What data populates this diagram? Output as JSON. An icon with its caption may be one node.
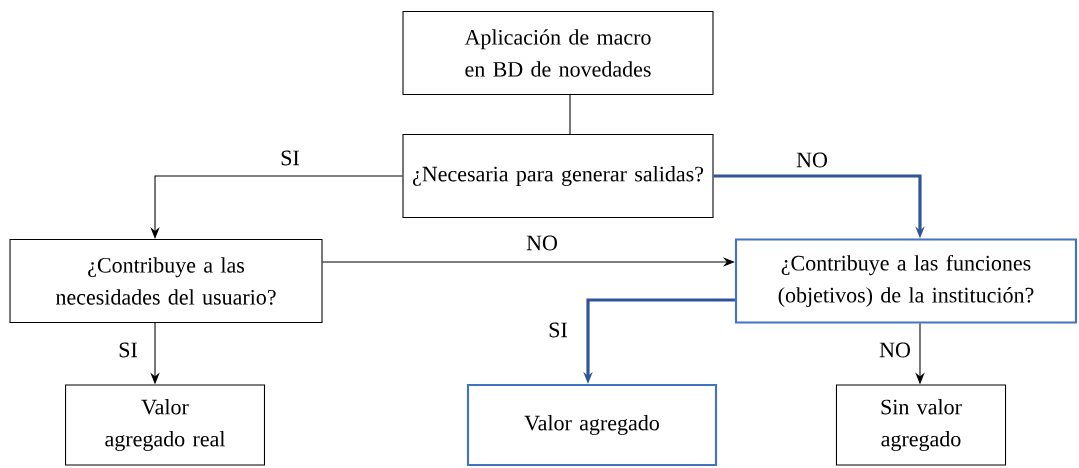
{
  "diagram": {
    "nodes": [
      {
        "text": [
          "Aplicación de macro en BD de novedades"
        ]
      },
      {
        "text": [
          "¿Necesaria para generar salidas?"
        ]
      },
      {
        "text": [
          "¿Contribuye a las necesidades del usuario?"
        ]
      },
      {
        "text": [
          "¿Contribuye a las funciones (objetivos) de la institución?"
        ]
      },
      {
        "text": [
          "Valor agregado real"
        ]
      },
      {
        "text": [
          "Valor agregado"
        ]
      },
      {
        "text": [
          "Sin valor agregado"
        ]
      }
    ],
    "edges": [
      {
        "from": 0,
        "to": 1,
        "arrow": "none"
      },
      {
        "from": 1,
        "to": 2,
        "arrow": "to",
        "label": "SI"
      },
      {
        "from": 1,
        "to": 3,
        "arrow": "to",
        "label": "NO",
        "style": "thick",
        "color": "#2f5597"
      },
      {
        "from": 2,
        "to": 3,
        "arrow": "to",
        "label": "NO"
      },
      {
        "from": 2,
        "to": 4,
        "arrow": "to",
        "label": "SI"
      },
      {
        "from": 3,
        "to": 5,
        "arrow": "to",
        "label": "SI",
        "style": "thick",
        "color": "#2f5597"
      },
      {
        "from": 3,
        "to": 6,
        "arrow": "to",
        "label": "NO"
      }
    ]
  }
}
